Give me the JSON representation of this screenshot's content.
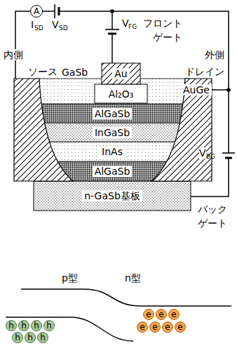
{
  "diagram": {
    "nodes": [
      {
        "text": [
          "A"
        ]
      },
      {
        "text": [
          "Au"
        ]
      },
      {
        "text": [
          "GaSb"
        ]
      },
      {
        "text": [
          "Al₂O₃"
        ]
      },
      {
        "text": [
          "AuGe"
        ]
      },
      {
        "text": [
          "AlGaSb"
        ]
      },
      {
        "text": [
          "InGaSb"
        ]
      },
      {
        "text": [
          "InAs"
        ]
      },
      {
        "text": [
          "AlGaSb"
        ]
      },
      {
        "text": [
          "n-GaSb基板"
        ]
      },
      {
        "text": [
          "e"
        ]
      },
      {
        "text": [
          "e"
        ]
      },
      {
        "text": [
          "e"
        ]
      },
      {
        "text": [
          "e"
        ]
      },
      {
        "text": [
          "e"
        ]
      },
      {
        "text": [
          "e"
        ]
      },
      {
        "text": [
          "e"
        ]
      },
      {
        "text": [
          "h"
        ]
      },
      {
        "text": [
          "h"
        ]
      },
      {
        "text": [
          "h"
        ]
      },
      {
        "text": [
          "h"
        ]
      },
      {
        "text": [
          "h"
        ]
      },
      {
        "text": [
          "h"
        ]
      },
      {
        "text": [
          "h"
        ]
      }
    ],
    "labels": [
      "I",
      "SD",
      "V",
      "SD",
      "V",
      "FG",
      "フロント ゲート",
      "内側",
      "外側",
      "ソース",
      "ドレイン",
      "V",
      "BG",
      "バック ゲート",
      "p型",
      "n型"
    ]
  }
}
